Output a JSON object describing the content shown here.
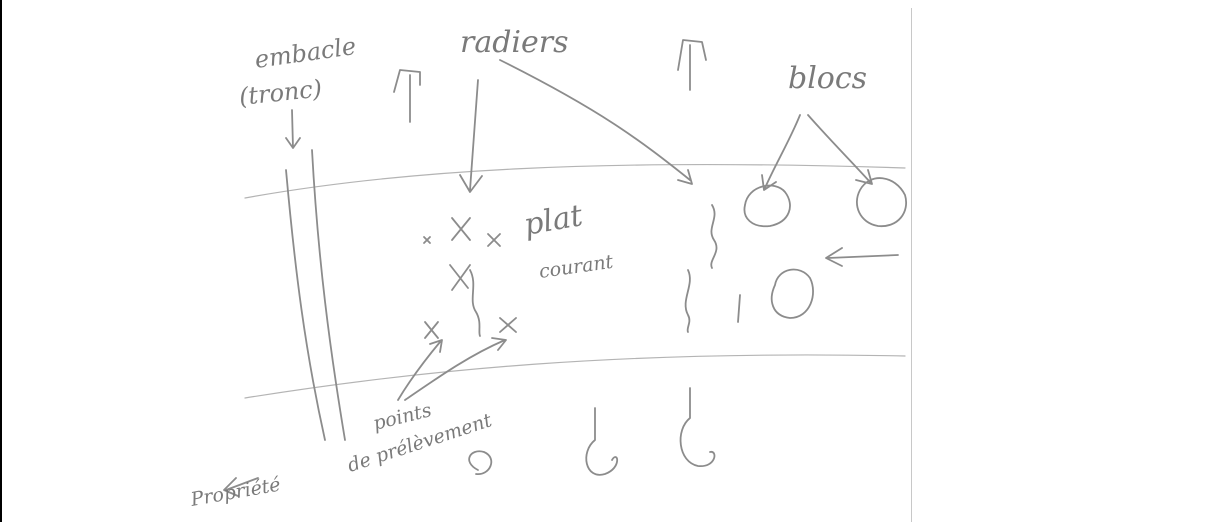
{
  "labels": {
    "embacle": "embacle",
    "tronc": "(tronc)",
    "radiers": "radiers",
    "blocs": "blocs",
    "plat": "plat",
    "courant": "courant",
    "points": "points",
    "prelevement": "de prélèvement",
    "propriete": "Propriété"
  },
  "colors": {
    "ink": "#8c8c8c",
    "frame": "#000000"
  }
}
